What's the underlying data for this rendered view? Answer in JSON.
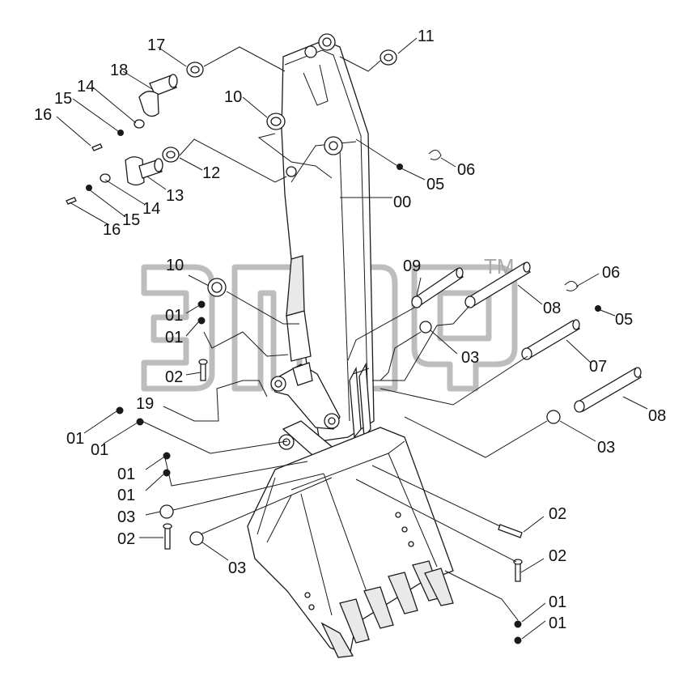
{
  "watermark": {
    "mark": "TM"
  },
  "callouts": {
    "c00": "00",
    "c01a": "01",
    "c01b": "01",
    "c01c": "01",
    "c01d": "01",
    "c01e": "01",
    "c01f": "01",
    "c01g": "01",
    "c01h": "01",
    "c02a": "02",
    "c02b": "02",
    "c02c": "02",
    "c02d": "02",
    "c03a": "03",
    "c03b": "03",
    "c03c": "03",
    "c03d": "03",
    "c05a": "05",
    "c05b": "05",
    "c06a": "06",
    "c06b": "06",
    "c07": "07",
    "c08a": "08",
    "c08b": "08",
    "c09": "09",
    "c10a": "10",
    "c10b": "10",
    "c11": "11",
    "c12": "12",
    "c13": "13",
    "c14a": "14",
    "c14b": "14",
    "c15a": "15",
    "c15b": "15",
    "c16a": "16",
    "c16b": "16",
    "c17": "17",
    "c18": "18",
    "c19": "19"
  }
}
